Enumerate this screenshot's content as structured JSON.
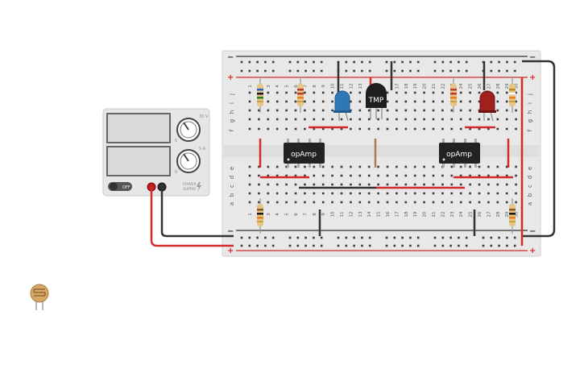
{
  "canvas": {
    "background": "#ffffff"
  },
  "power_supply": {
    "switch_label": "OFF",
    "voltage_dial_max": "30 V",
    "voltage_dial_min": "0",
    "current_dial_max": "5 A",
    "current_dial_min": "0",
    "brand_line1": "POWER",
    "brand_line2": "SUPPLY",
    "body_color": "#e6e6e6",
    "display_color": "#d9d9d9"
  },
  "breadboard": {
    "body_color": "#e8e8e8",
    "plus_label": "+",
    "minus_label": "−",
    "top_row_letters": [
      "j",
      "i",
      "h",
      "g",
      "f"
    ],
    "bottom_row_letters": [
      "e",
      "d",
      "c",
      "b",
      "a"
    ],
    "column_numbers_top": [
      "1",
      "2",
      "3",
      "4",
      "5",
      "6",
      "7",
      "8",
      "9",
      "10",
      "11",
      "12",
      "13",
      "",
      "",
      "",
      "17",
      "18",
      "19",
      "20",
      "21",
      "22",
      "23",
      "24",
      "25",
      "26",
      "27",
      "28",
      "29",
      "30"
    ],
    "column_numbers_bottom": [
      "1",
      "2",
      "3",
      "4",
      "5",
      "6",
      "7",
      "8",
      "9",
      "10",
      "11",
      "12",
      "13",
      "14",
      "15",
      "16",
      "17",
      "18",
      "19",
      "20",
      "21",
      "22",
      "23",
      "24",
      "25",
      "26",
      "27",
      "28",
      "29",
      "30"
    ]
  },
  "components": {
    "opamp_left_label": "opAmp",
    "opamp_right_label": "opAmp",
    "temp_sensor_label": "TMP",
    "led_blue_color": "#2f78b7",
    "led_red_color": "#a01f1f",
    "wire_red": "#d42a2a",
    "wire_black": "#333333"
  },
  "ldr": {
    "color": "#d7a968"
  }
}
